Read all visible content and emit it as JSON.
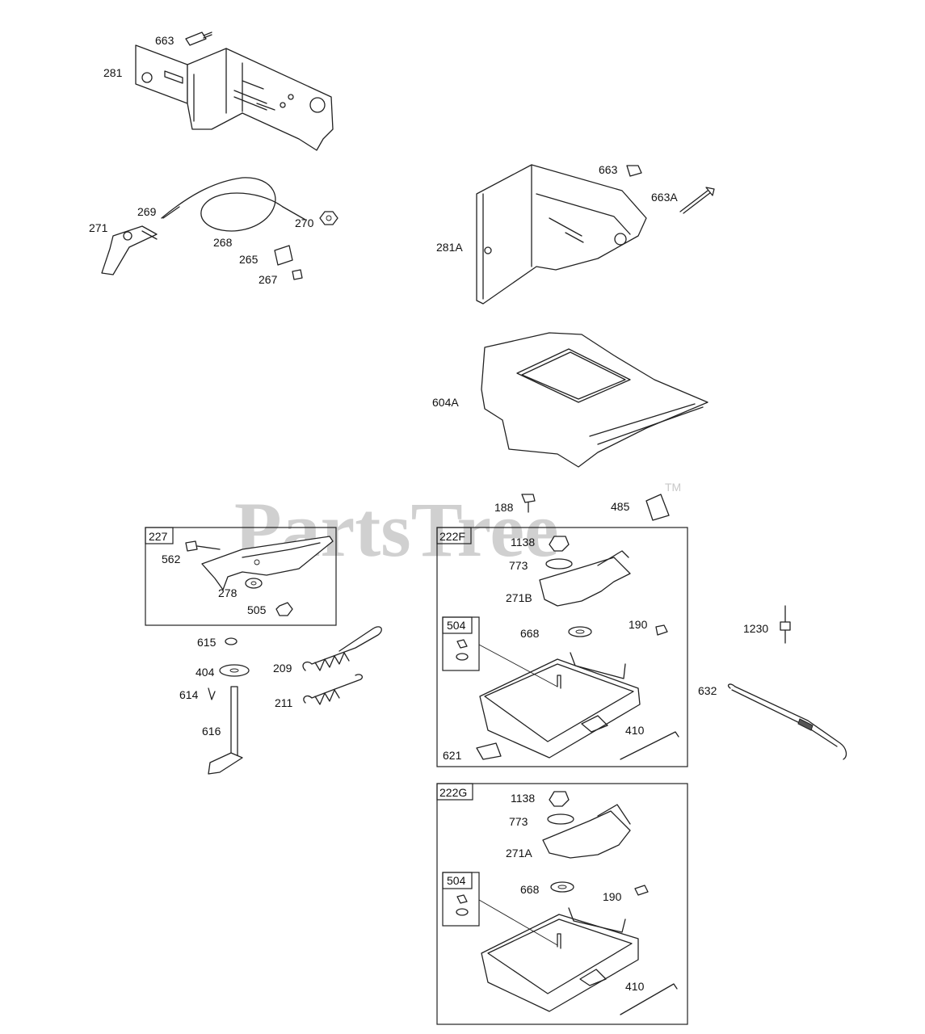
{
  "watermark": "PartsTree",
  "trademark": "TM",
  "groups": [
    "227",
    "222F",
    "504",
    "222G"
  ],
  "labels": [
    "663",
    "281",
    "269",
    "271",
    "268",
    "270",
    "265",
    "267",
    "663",
    "663A",
    "281A",
    "604A",
    "188",
    "485",
    "562",
    "278",
    "505",
    "1138",
    "773",
    "271B",
    "668",
    "190",
    "1230",
    "615",
    "404",
    "614",
    "616",
    "209",
    "211",
    "632",
    "410",
    "621",
    "1138",
    "773",
    "271A",
    "668",
    "190",
    "410"
  ]
}
